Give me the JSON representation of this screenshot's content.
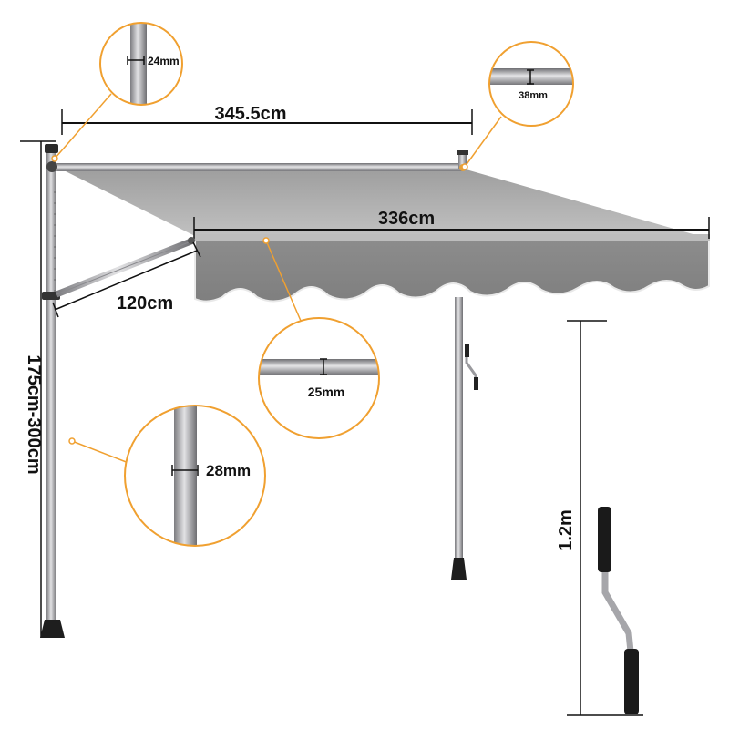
{
  "dimensions": {
    "top_width": "345.5cm",
    "canopy_width": "336cm",
    "projection": "120cm",
    "height_range": "175cm-300cm",
    "crank_length": "1.2m"
  },
  "callouts": {
    "top_bar": "24mm",
    "front_post_top": "38mm",
    "front_bar": "25mm",
    "main_pole": "28mm"
  },
  "colors": {
    "accent": "#f0a030",
    "fabric_light": "#b5b5b5",
    "fabric_dark": "#8a8a8a",
    "metal": "#a9a9ad"
  }
}
